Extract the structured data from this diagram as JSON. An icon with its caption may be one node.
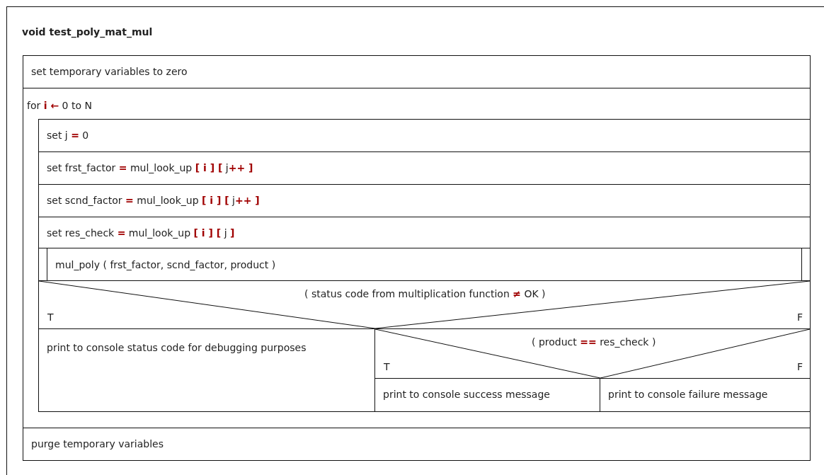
{
  "diagram": {
    "nodes": [
      {
        "text": [
          "void test_poly_mat_mul"
        ]
      },
      {
        "text": [
          "set temporary variables to zero"
        ],
        "in": 0
      },
      {
        "text": [
          "for **i ←** 0 to N"
        ],
        "in": 0
      },
      {
        "text": [
          "set j **=** 0"
        ],
        "in": 2
      },
      {
        "text": [
          "set frst_factor **=** mul_look_up **[ i ] [** j**++ ]**"
        ],
        "in": 2
      },
      {
        "text": [
          "set scnd_factor **=** mul_look_up **[ i ] [** j**++ ]**"
        ],
        "in": 2
      },
      {
        "text": [
          "set res_check **=** mul_look_up **[ i ] [** j **]**"
        ],
        "in": 2
      },
      {
        "text": [
          "mul_poly ( frst_factor, scnd_factor, product )"
        ],
        "in": 2
      },
      {
        "text": [
          "( status code from multiplication function **≠** OK )",
          "T",
          "F"
        ],
        "in": 2
      },
      {
        "text": [
          "print to console status code for debugging purposes"
        ],
        "in": 2
      },
      {
        "text": [
          "( product **==** res_check )",
          "T",
          "F"
        ],
        "in": 2
      },
      {
        "text": [
          "print to console success message"
        ],
        "in": 2
      },
      {
        "text": [
          "print to console failure message"
        ],
        "in": 2
      },
      {
        "text": [
          "purge temporary variables"
        ],
        "in": 0
      }
    ],
    "edges": []
  }
}
